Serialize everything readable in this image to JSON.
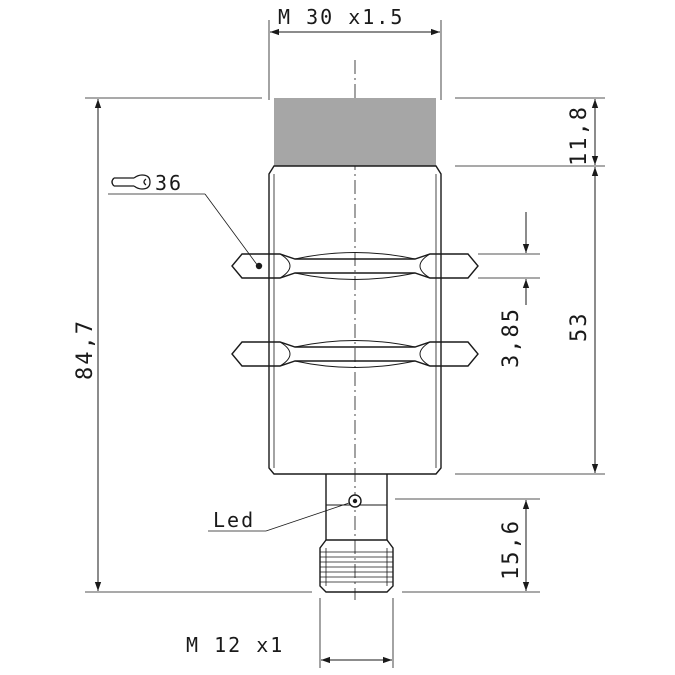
{
  "dimensions": {
    "thread_top": "M 30 x1.5",
    "thread_bottom": "M 12 x1",
    "overall_length": "84,7",
    "sensing_face": "11,8",
    "thread_length": "53",
    "nut_thickness": "3,85",
    "connector_length": "15,6",
    "wrench_size": "36"
  },
  "labels": {
    "led": "Led"
  },
  "colors": {
    "line": "#1a1a1a",
    "sensing_face": "#a6a6a6"
  }
}
